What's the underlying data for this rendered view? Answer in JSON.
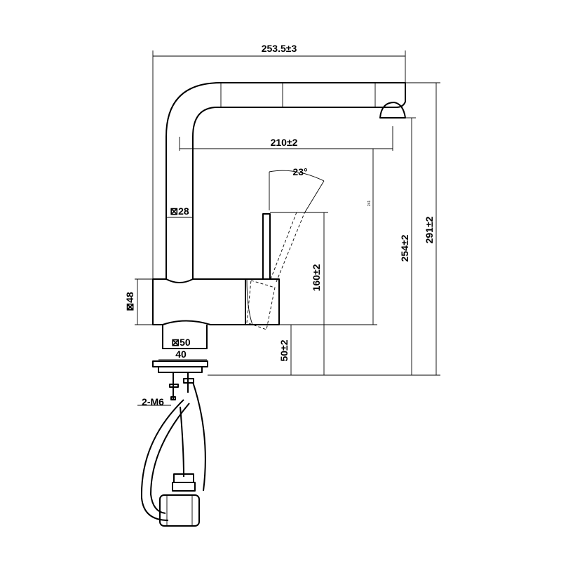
{
  "dimensions": {
    "overall_width": "253.5±3",
    "spout_reach": "210±2",
    "lever_angle": "23°",
    "spout_section": "⊠28",
    "body_height": "⊠48",
    "base_square": "⊠50",
    "base_width": "40",
    "lever_height": "160±2",
    "base_height": "50±2",
    "outlet_height": "254±2",
    "total_height": "291±2",
    "small_note": "241",
    "mounting_bolts": "2-M6"
  }
}
